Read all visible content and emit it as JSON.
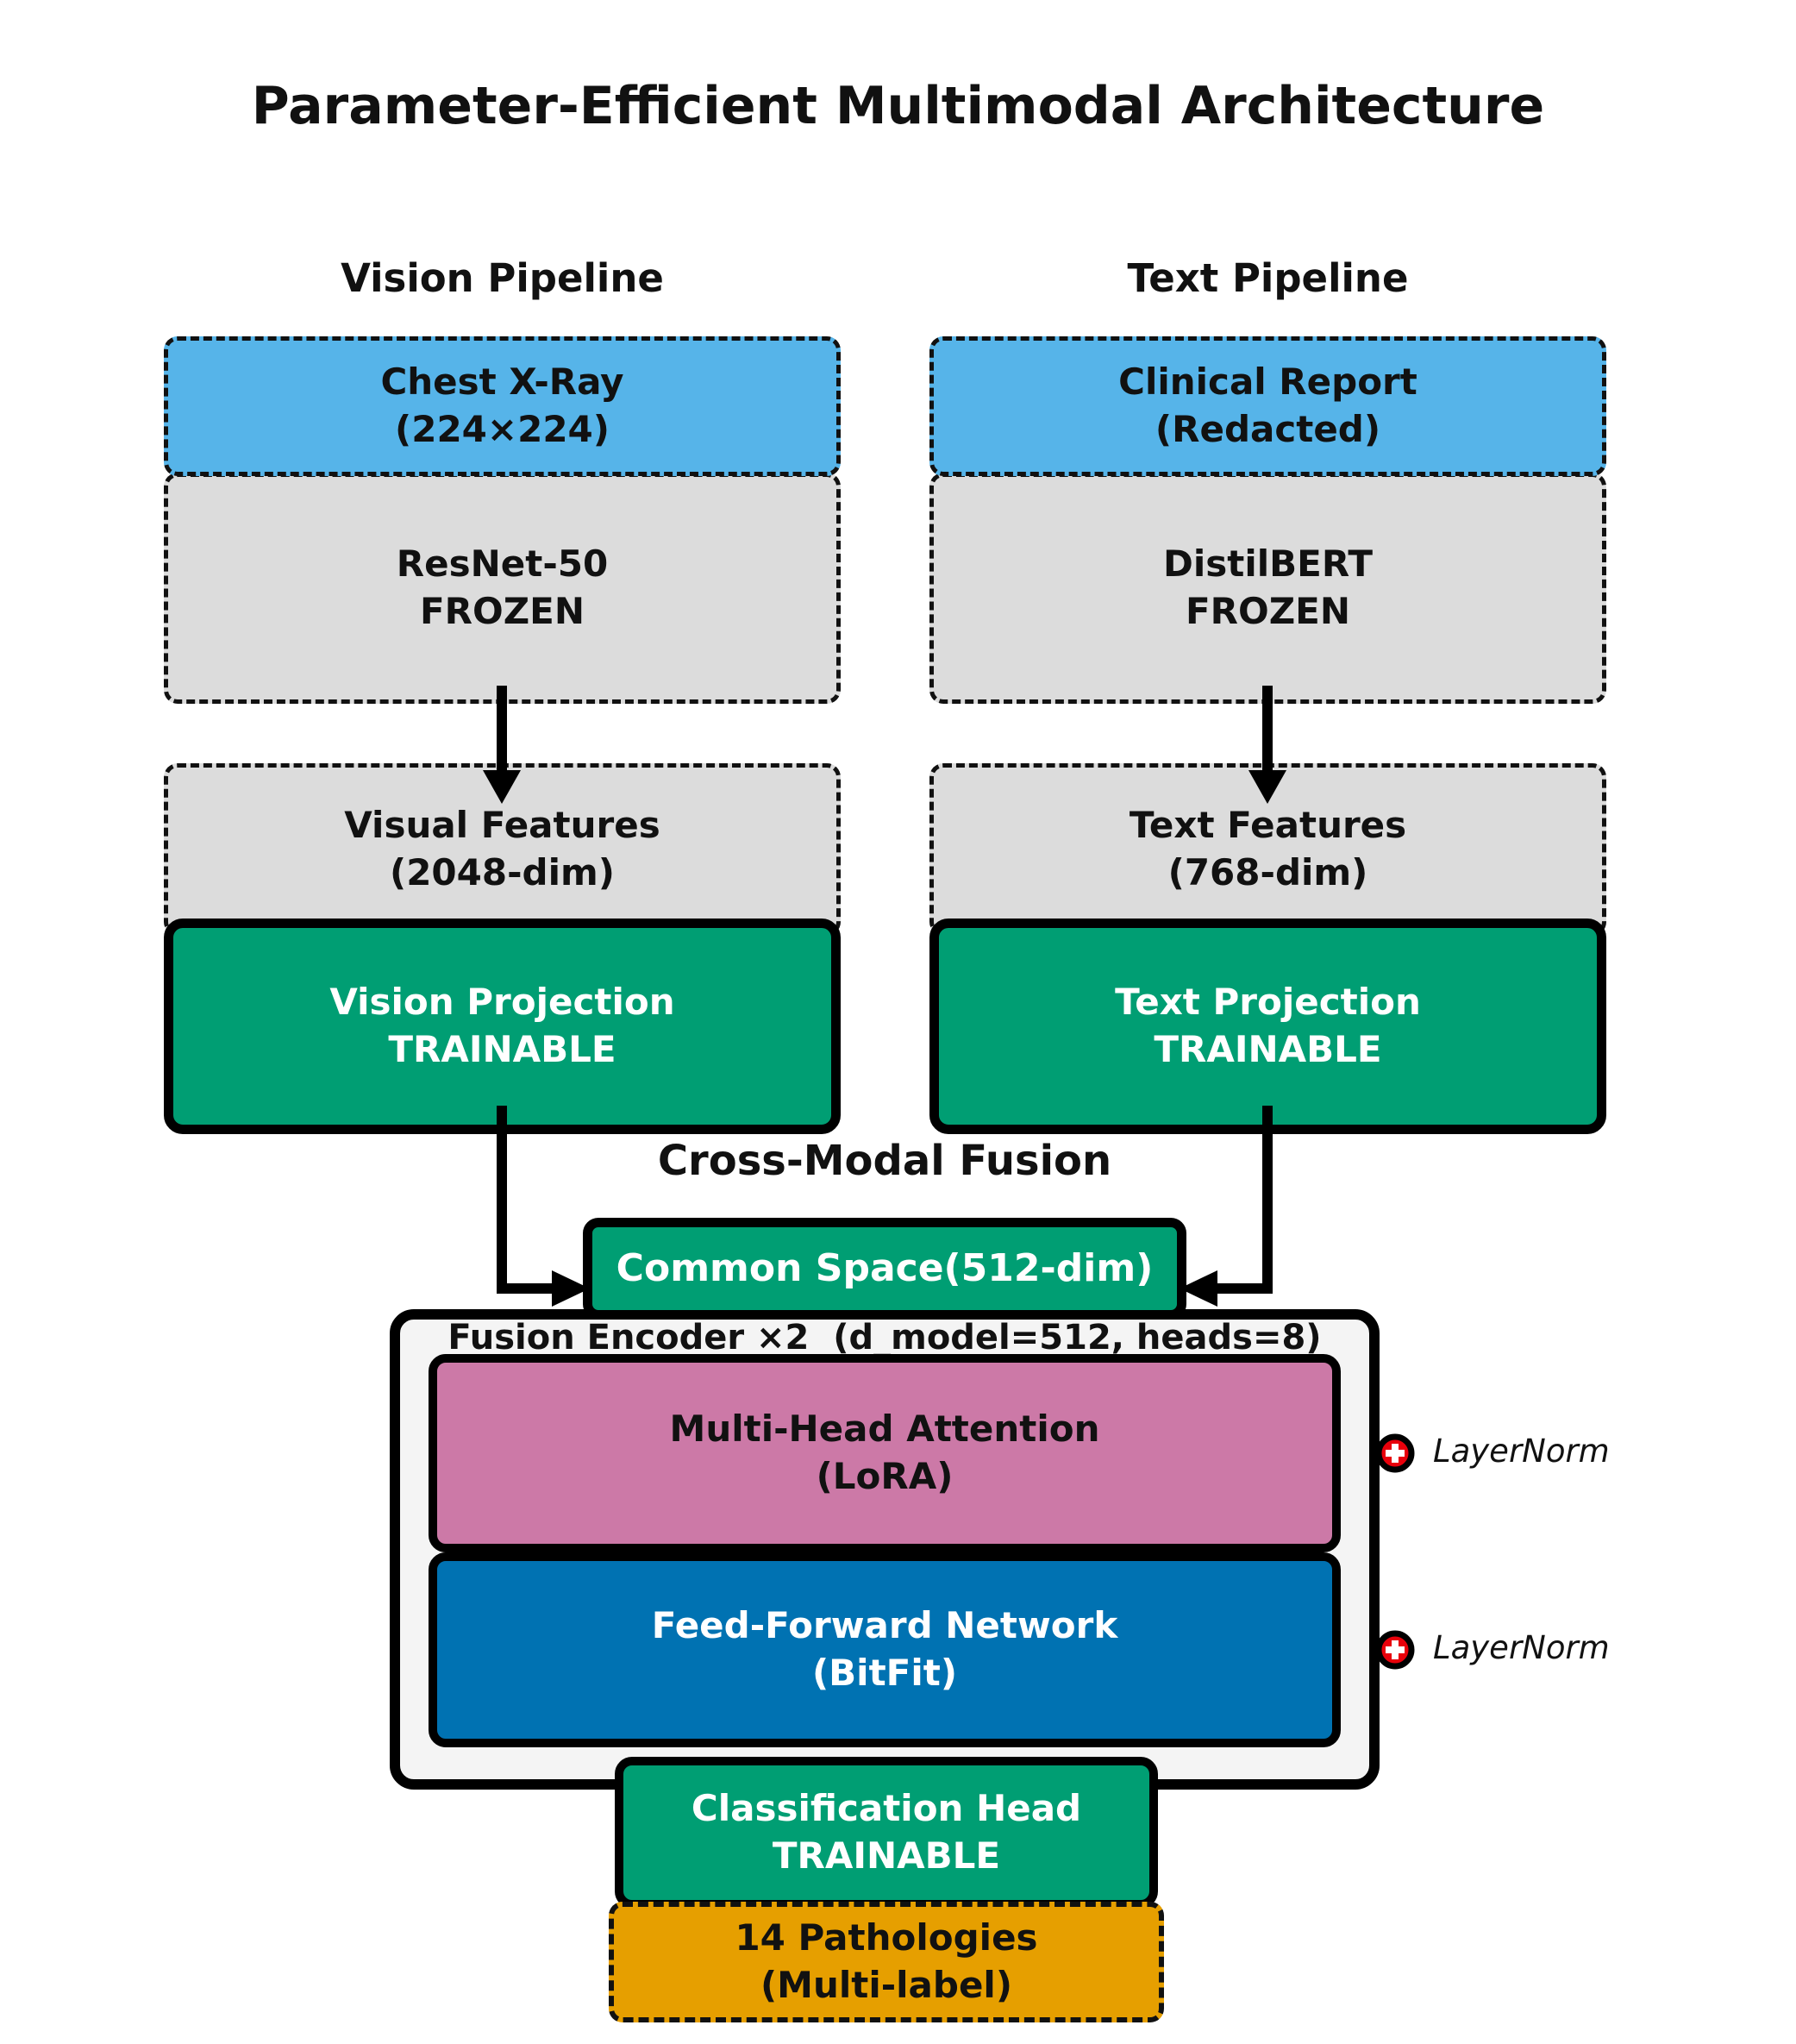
{
  "title": "Parameter-Efficient Multimodal Architecture",
  "vision_pipeline": {
    "heading": "Vision Pipeline",
    "input": {
      "line1": "Chest X-Ray",
      "line2": "(224×224)"
    },
    "encoder": {
      "line1": "ResNet-50",
      "line2": "FROZEN"
    },
    "features": {
      "line1": "Visual Features",
      "line2": "(2048-dim)"
    },
    "projection": {
      "line1": "Vision Projection",
      "line2": "TRAINABLE"
    }
  },
  "text_pipeline": {
    "heading": "Text Pipeline",
    "input": {
      "line1": "Clinical Report",
      "line2": "(Redacted)"
    },
    "encoder": {
      "line1": "DistilBERT",
      "line2": "FROZEN"
    },
    "features": {
      "line1": "Text Features",
      "line2": "(768-dim)"
    },
    "projection": {
      "line1": "Text Projection",
      "line2": "TRAINABLE"
    }
  },
  "fusion": {
    "heading": "Cross-Modal Fusion",
    "common_space": "Common Space(512-dim)",
    "encoder_label": "Fusion Encoder ×2  (d_model=512, heads=8)",
    "attention": {
      "line1": "Multi-Head Attention",
      "line2": "(LoRA)"
    },
    "ffn": {
      "line1": "Feed-Forward Network",
      "line2": "(BitFit)"
    },
    "layernorm_top": "LayerNorm",
    "layernorm_bottom": "LayerNorm"
  },
  "output": {
    "classification": {
      "line1": "Classification Head",
      "line2": "TRAINABLE"
    },
    "pathologies": {
      "line1": "14 Pathologies",
      "line2": "(Multi-label)"
    }
  },
  "colors": {
    "input_box": "#56B4E9",
    "frozen_box": "#DCDCDC",
    "trainable_box": "#009E73",
    "attention_box": "#CC79A7",
    "ffn_box": "#0072B2",
    "output_box": "#E69F00",
    "fusion_container": "#F4F4F4",
    "layernorm_icon": "#E8000B",
    "line": "#000000"
  }
}
